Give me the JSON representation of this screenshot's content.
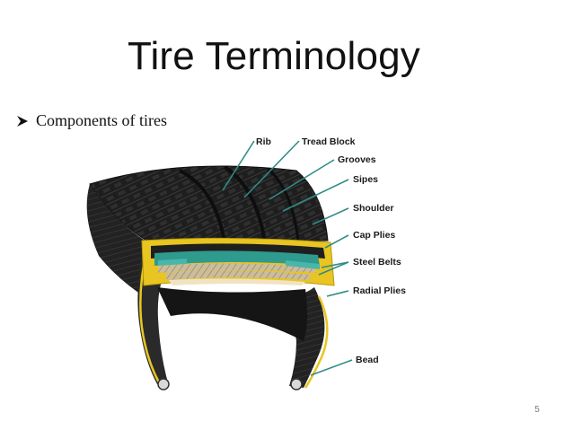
{
  "slide": {
    "title": "Tire Terminology",
    "bullet": "Components of tires",
    "slide_number": "5"
  },
  "diagram": {
    "labels": {
      "rib": "Rib",
      "tread_block": "Tread Block",
      "grooves": "Grooves",
      "sipes": "Sipes",
      "shoulder": "Shoulder",
      "cap_plies": "Cap Plies",
      "steel_belts": "Steel Belts",
      "radial_plies": "Radial Plies",
      "bead": "Bead"
    },
    "colors": {
      "rubber": "#1c1c1c",
      "body_ply": "#e8c520",
      "cap_ply": "#2f9a8e",
      "steel_belt": "#b9a98a",
      "leader_line": "#2f8c87"
    }
  }
}
